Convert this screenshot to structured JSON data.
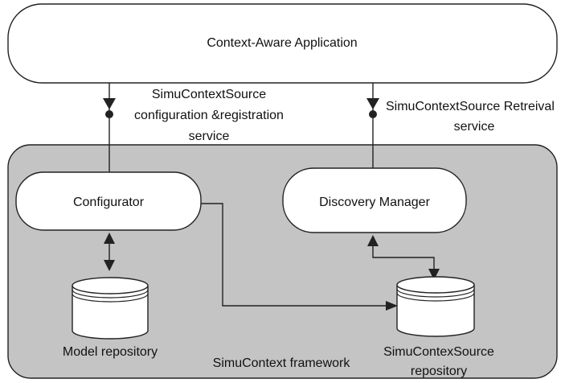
{
  "app_box": {
    "label": "Context-Aware Application"
  },
  "services": {
    "config_line1": "SimuContextSource",
    "config_line2": "configuration &registration",
    "config_line3": "service",
    "retrieval_line1": "SimuContextSource Retreival",
    "retrieval_line2": "service"
  },
  "framework": {
    "label": "SimuContext framework",
    "configurator": "Configurator",
    "discovery_manager": "Discovery Manager",
    "model_repo_label": "Model repository",
    "source_repo_line1": "SimuContexSource",
    "source_repo_line2": "repository"
  },
  "colors": {
    "framework_fill": "#c4c4c4",
    "box_fill": "#ffffff",
    "stroke": "#222222"
  }
}
